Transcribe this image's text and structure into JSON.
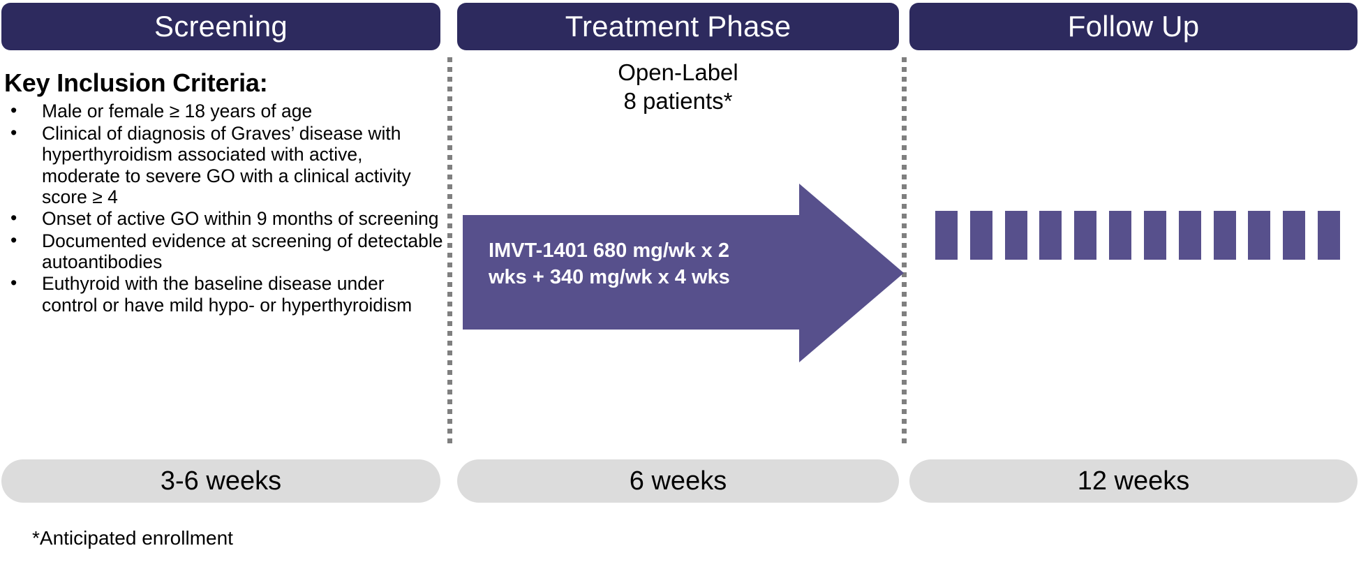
{
  "colors": {
    "header_navy": "#2d2a5e",
    "arrow_purple": "#57508c",
    "pill_gray": "#dcdcdc",
    "divider_gray": "#7f7f7f",
    "text_black": "#000000",
    "header_text": "#ffffff"
  },
  "phases": [
    {
      "id": "screening",
      "header": "Screening",
      "duration": "3-6 weeks"
    },
    {
      "id": "treatment",
      "header": "Treatment Phase",
      "duration": "6 weeks"
    },
    {
      "id": "followup",
      "header": "Follow Up",
      "duration": "12 weeks"
    }
  ],
  "screening": {
    "title": "Key Inclusion Criteria:",
    "bullet_glyph": "•",
    "criteria": [
      "Male or female ≥ 18 years of age",
      "Clinical of diagnosis of Graves’ disease with hyperthyroidism associated with active, moderate to severe GO with a clinical activity score ≥ 4",
      "Onset of active GO within 9 months of screening",
      "Documented evidence at screening of detectable autoantibodies",
      "Euthyroid with the baseline disease under control or have mild hypo- or hyperthyroidism"
    ]
  },
  "treatment": {
    "design_line1": "Open-Label",
    "design_line2": "8 patients*",
    "arrow_line1": "IMVT-1401 680 mg/wk x 2",
    "arrow_line2": "wks + 340 mg/wk x 4 wks"
  },
  "followup": {
    "visit_count": 12,
    "visit_marks": [
      "1",
      "2",
      "3",
      "4",
      "5",
      "6",
      "7",
      "8",
      "9",
      "10",
      "11",
      "12"
    ]
  },
  "footnote": "*Anticipated enrollment"
}
